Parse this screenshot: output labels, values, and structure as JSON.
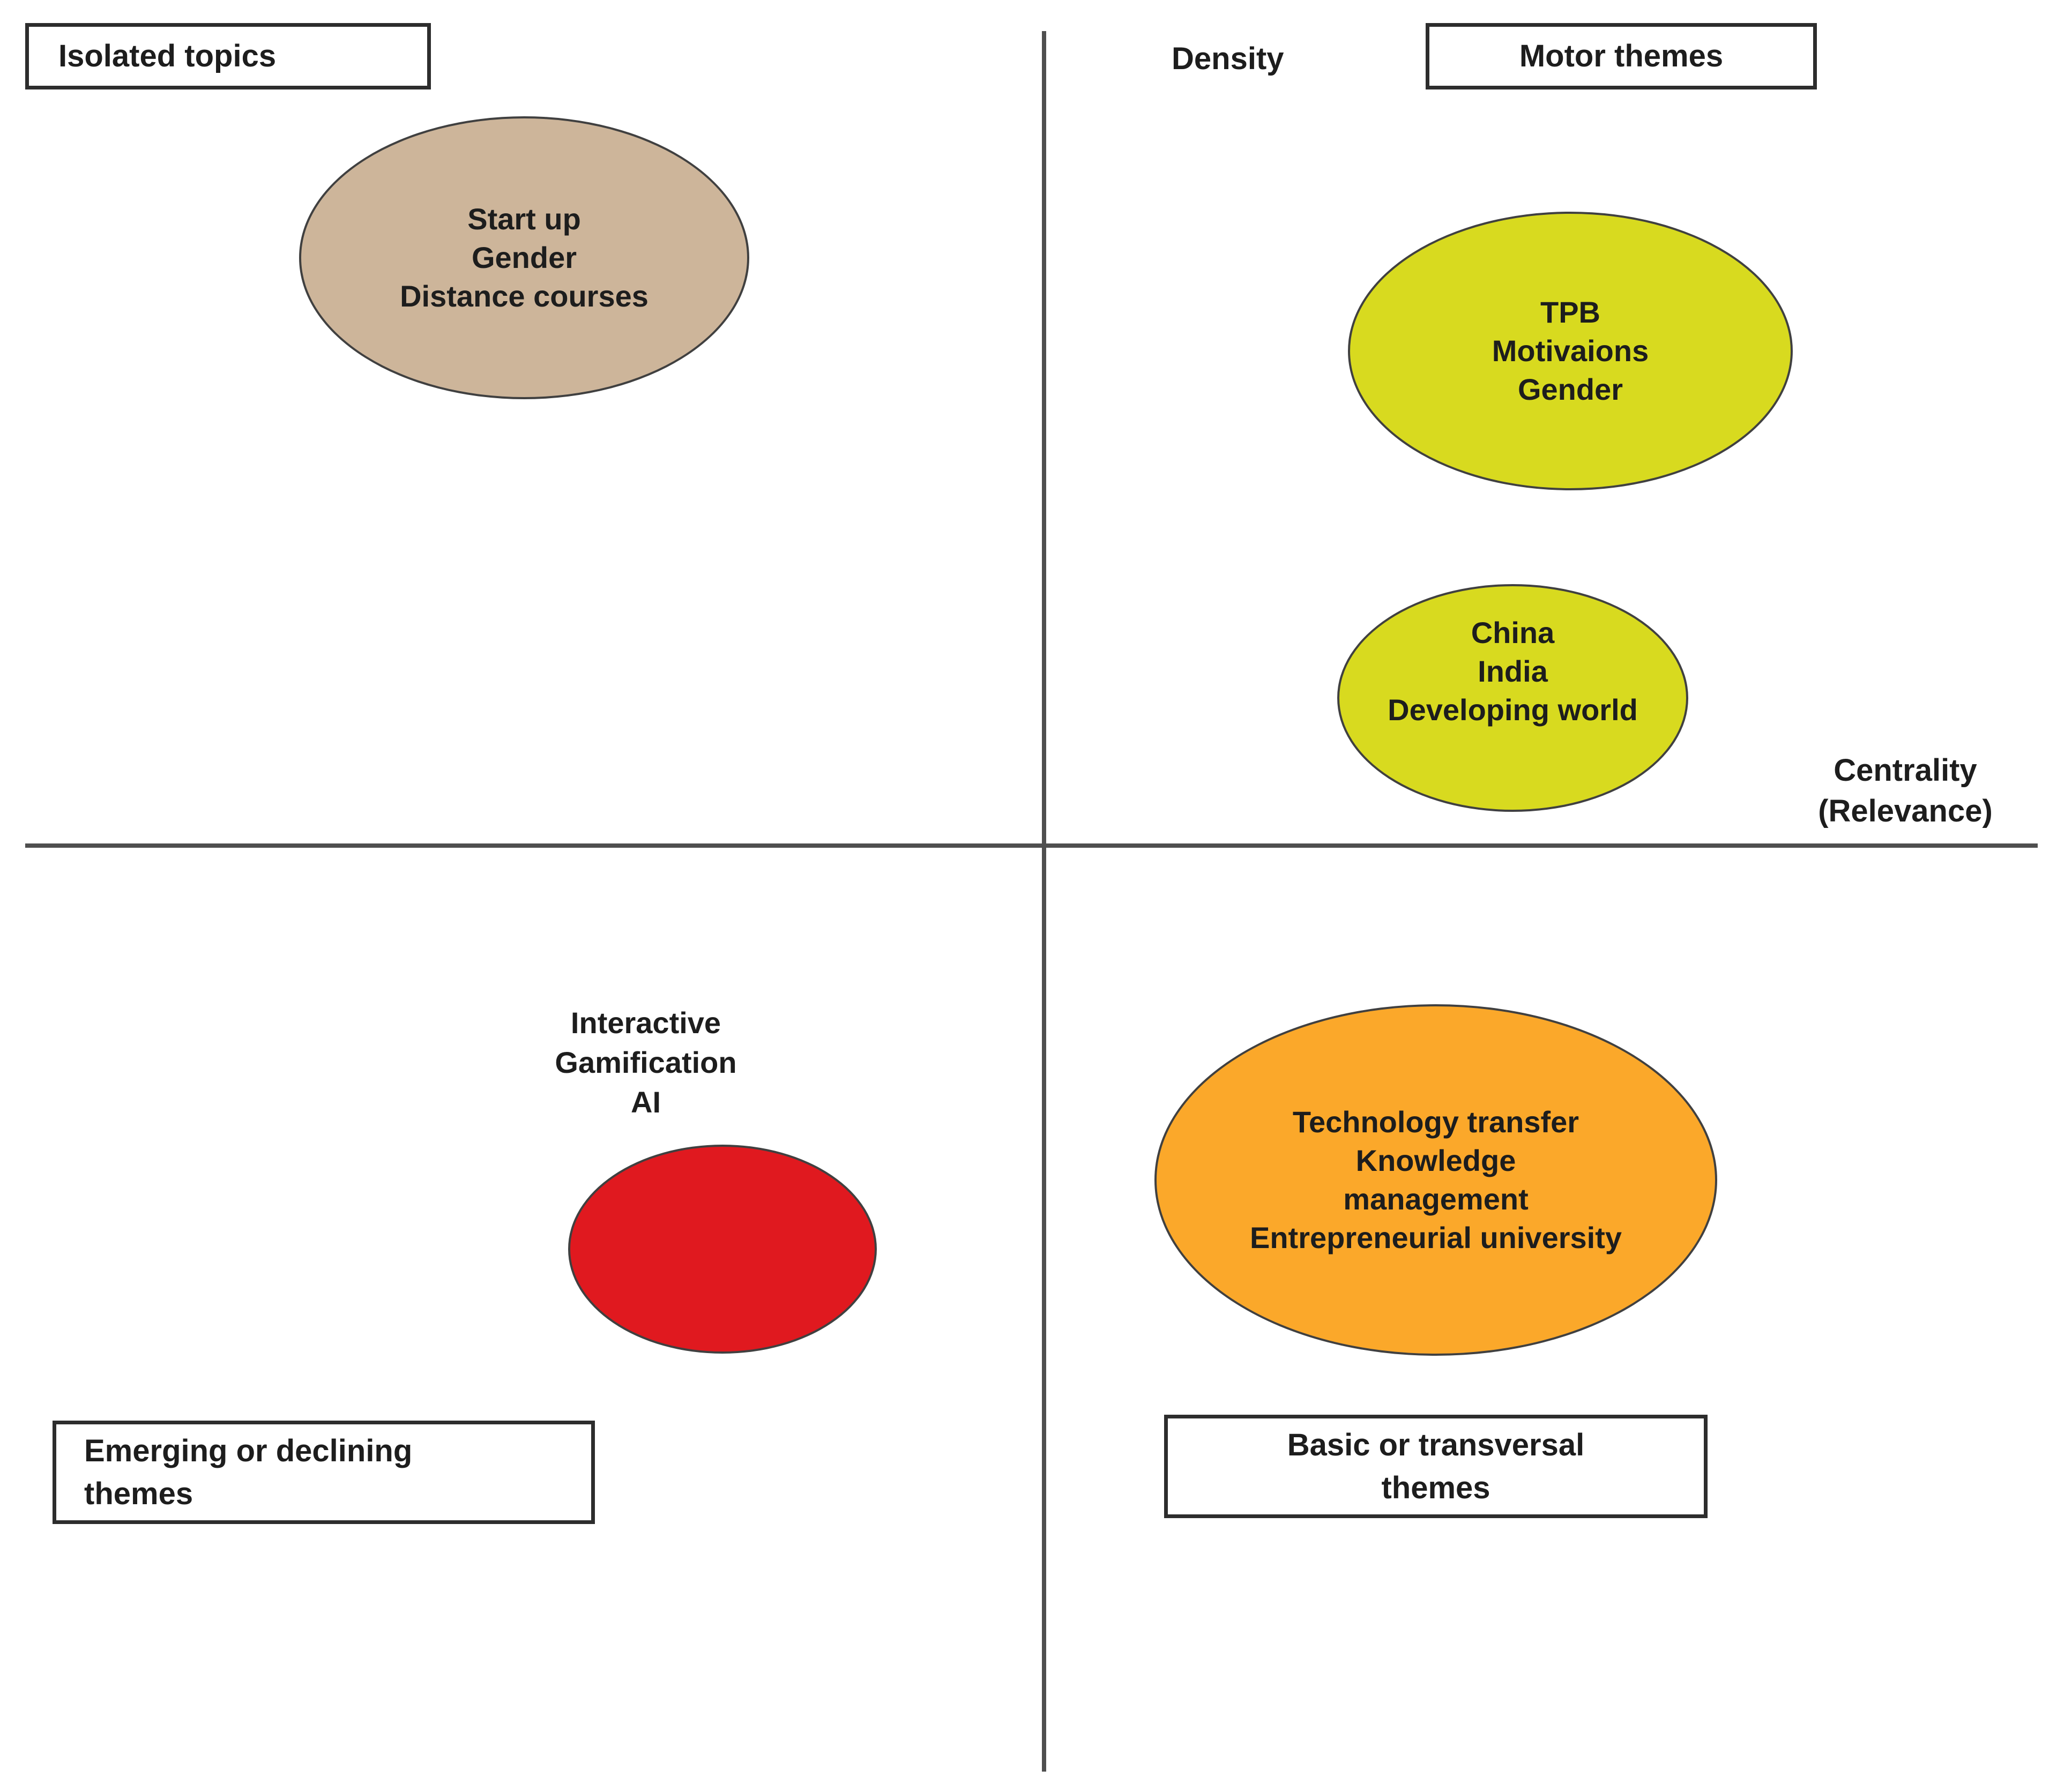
{
  "figure": {
    "background": "#ffffff",
    "axis": {
      "y_label": "Density",
      "x_label_line1": "Centrality",
      "x_label_line2": "(Relevance)",
      "line_color": "#4f4f4f"
    },
    "quadrant_boxes": {
      "isolated": {
        "line1": "Isolated topics"
      },
      "motor": {
        "line1": "Motor themes"
      },
      "emerging": {
        "line1": "Emerging or declining",
        "line2": "themes"
      },
      "basic": {
        "line1": "Basic or transversal",
        "line2": "themes"
      }
    },
    "bubbles": {
      "isolated": {
        "color": "#cdb59a",
        "line1": "Start up",
        "line2": "Gender",
        "line3": "Distance courses"
      },
      "motor_top": {
        "color": "#d8da1f",
        "line1": "TPB",
        "line2": "Motivaions",
        "line3": "Gender"
      },
      "motor_bottom": {
        "color": "#d8da1f",
        "line1": "China",
        "line2": "India",
        "line3": "Developing world"
      },
      "emerging": {
        "color": "#e0191f",
        "outside_line1": "Interactive",
        "outside_line2": "Gamification",
        "outside_line3": "AI"
      },
      "basic": {
        "color": "#fba82a",
        "line1": "Technology transfer",
        "line2": "Knowledge",
        "line3": "management",
        "line4": "Entrepreneurial university"
      }
    }
  }
}
